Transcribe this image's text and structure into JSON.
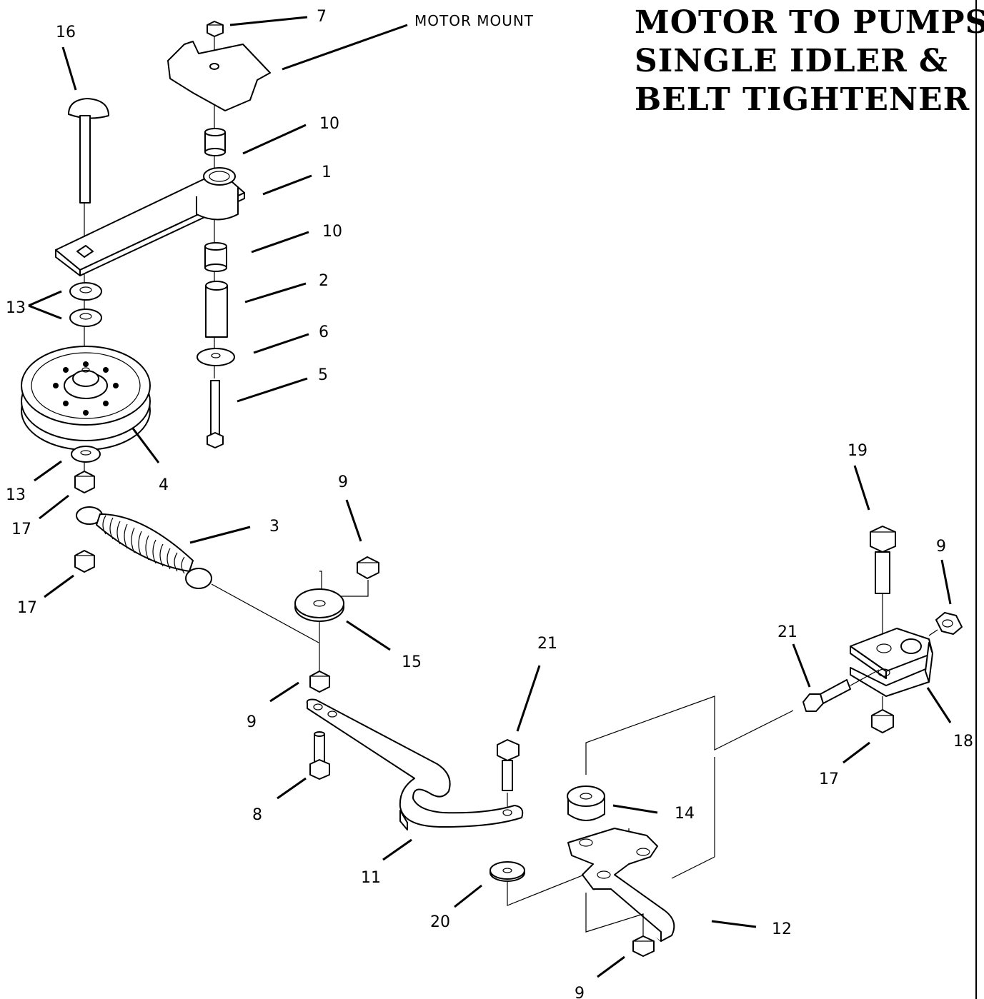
{
  "title": [
    "MOTOR TO PUMPS",
    "SINGLE IDLER &",
    "BELT TIGHTENER"
  ],
  "motor_mount_label": "MOTOR MOUNT",
  "callouts": {
    "c7": "7",
    "c16": "16",
    "c10a": "10",
    "c1": "1",
    "c10b": "10",
    "c2": "2",
    "c6": "6",
    "c5": "5",
    "c13a": "13",
    "c4": "4",
    "c13b": "13",
    "c17a": "17",
    "c3": "3",
    "c17b": "17",
    "c9a": "9",
    "c15": "15",
    "c9b": "9",
    "c8": "8",
    "c11": "11",
    "c21a": "21",
    "c14": "14",
    "c20": "20",
    "c12": "12",
    "c9c": "9",
    "c19": "19",
    "c9d": "9",
    "c21b": "21",
    "c18": "18",
    "c17c": "17"
  }
}
